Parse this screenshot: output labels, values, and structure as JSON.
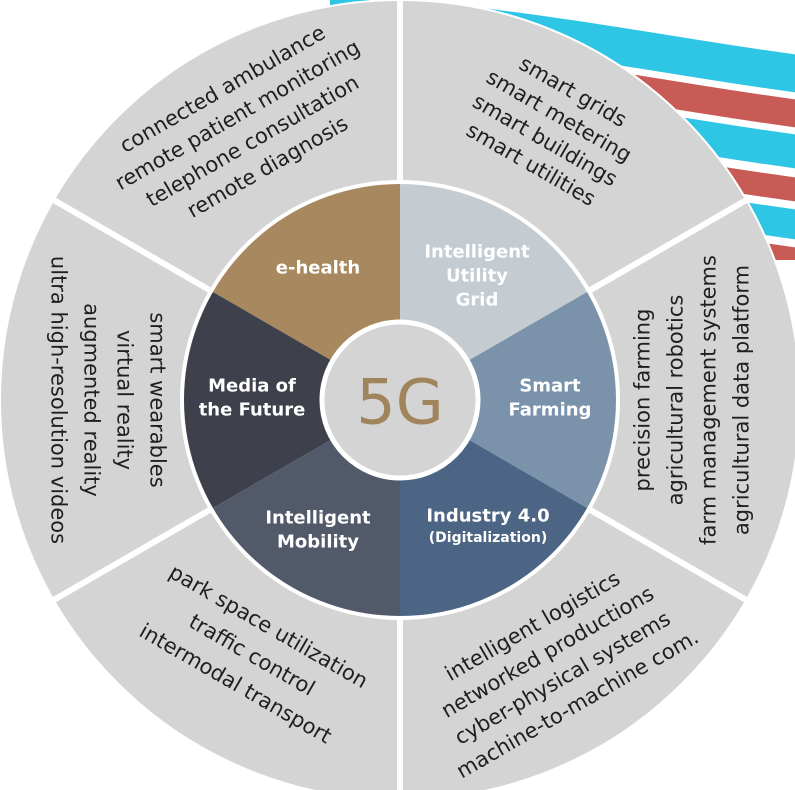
{
  "center": {
    "label": "5G",
    "color": "#a0845c"
  },
  "colors": {
    "outer_ring": "#d4d4d4",
    "separator": "#ffffff",
    "background_ribbon_cyan": "#2fc6e6",
    "background_ribbon_red": "#c85b55"
  },
  "segments": [
    {
      "id": "e-health",
      "lines": [
        "e-health"
      ],
      "color": "#a8885e",
      "applications": [
        "connected ambulance",
        "remote patient monitoring",
        "telephone consultation",
        "remote diagnosis"
      ]
    },
    {
      "id": "intelligent-utility-grid",
      "lines": [
        "Intelligent",
        "Utility",
        "Grid"
      ],
      "color": "#c4ccd1",
      "applications": [
        "smart grids",
        "smart metering",
        "smart buildings",
        "smart utilities"
      ]
    },
    {
      "id": "smart-farming",
      "lines": [
        "Smart",
        "Farming"
      ],
      "color": "#7b93aa",
      "applications": [
        "precision farming",
        "agricultural robotics",
        "farm management systems",
        "agricultural data platform"
      ]
    },
    {
      "id": "industry-4-0",
      "lines": [
        "Industry 4.0"
      ],
      "sub": "(Digitalization)",
      "color": "#4d6584",
      "applications": [
        "intelligent logistics",
        "networked productions",
        "cyber-physical systems",
        "machine-to-machine com."
      ]
    },
    {
      "id": "intelligent-mobility",
      "lines": [
        "Intelligent",
        "Mobility"
      ],
      "color": "#525a6a",
      "applications": [
        "park space utilization",
        "traffic control",
        "intermodal transport"
      ]
    },
    {
      "id": "media-of-the-future",
      "lines": [
        "Media of",
        "the Future"
      ],
      "color": "#3e414c",
      "applications": [
        "smart wearables",
        "virtual reality",
        "augmented reality",
        "ultra high-resolution videos"
      ]
    }
  ]
}
